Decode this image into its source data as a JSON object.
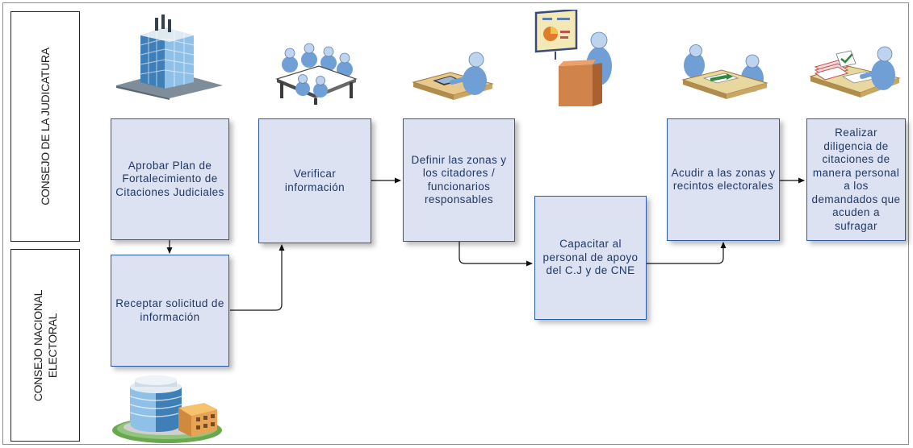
{
  "lanes": {
    "judicatura": "CONSEJO DE LA JUDICATURA",
    "cne_line1": "CONSEJO NACIONAL",
    "cne_line2": "ELECTORAL"
  },
  "steps": {
    "aprobar": "Aprobar Plan de Fortalecimiento de Citaciones Judiciales",
    "receptar": "Receptar solicitud de información",
    "verificar": "Verificar información",
    "definir": "Definir las zonas y los citadores / funcionarios responsables",
    "capacitar": "Capacitar al personal de apoyo del C.J y de CNE",
    "acudir": "Acudir a las zonas y recintos electorales",
    "realizar": "Realizar diligencia de citaciones de manera personal a los demandados que acuden a sufragar"
  },
  "colors": {
    "box_fill": "#dde2f2",
    "box_border": "#2b5ca8",
    "box_text": "#1f3864",
    "frame": "#5b9bd5",
    "person_skin": "#a9c4e6",
    "person_body": "#6f9fd4"
  },
  "icons": {
    "judicatura": "office-tower-icon",
    "meeting": "meeting-table-icon",
    "desk_work": "desk-worker-icon",
    "presenter": "presenter-podium-icon",
    "handover": "document-handover-icon",
    "paperwork": "paperwork-stack-icon",
    "cne": "round-building-icon"
  }
}
